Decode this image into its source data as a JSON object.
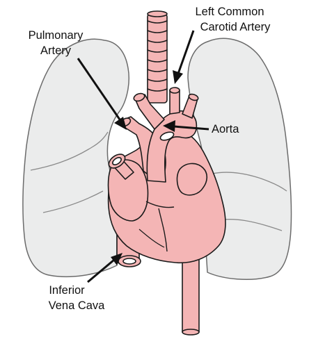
{
  "labels": {
    "pulmonary_artery": [
      "Pulmonary",
      "Artery"
    ],
    "left_common_carotid_artery": [
      "Left Common",
      "Carotid Artery"
    ],
    "aorta": "Aorta",
    "inferior_vena_cava": [
      "Inferior",
      "Vena Cava"
    ]
  },
  "colors": {
    "heart": "#f4b5b5",
    "lung": "#ebecec",
    "outline": "#1a1a1a",
    "lung_outline": "#6b6b6b"
  }
}
